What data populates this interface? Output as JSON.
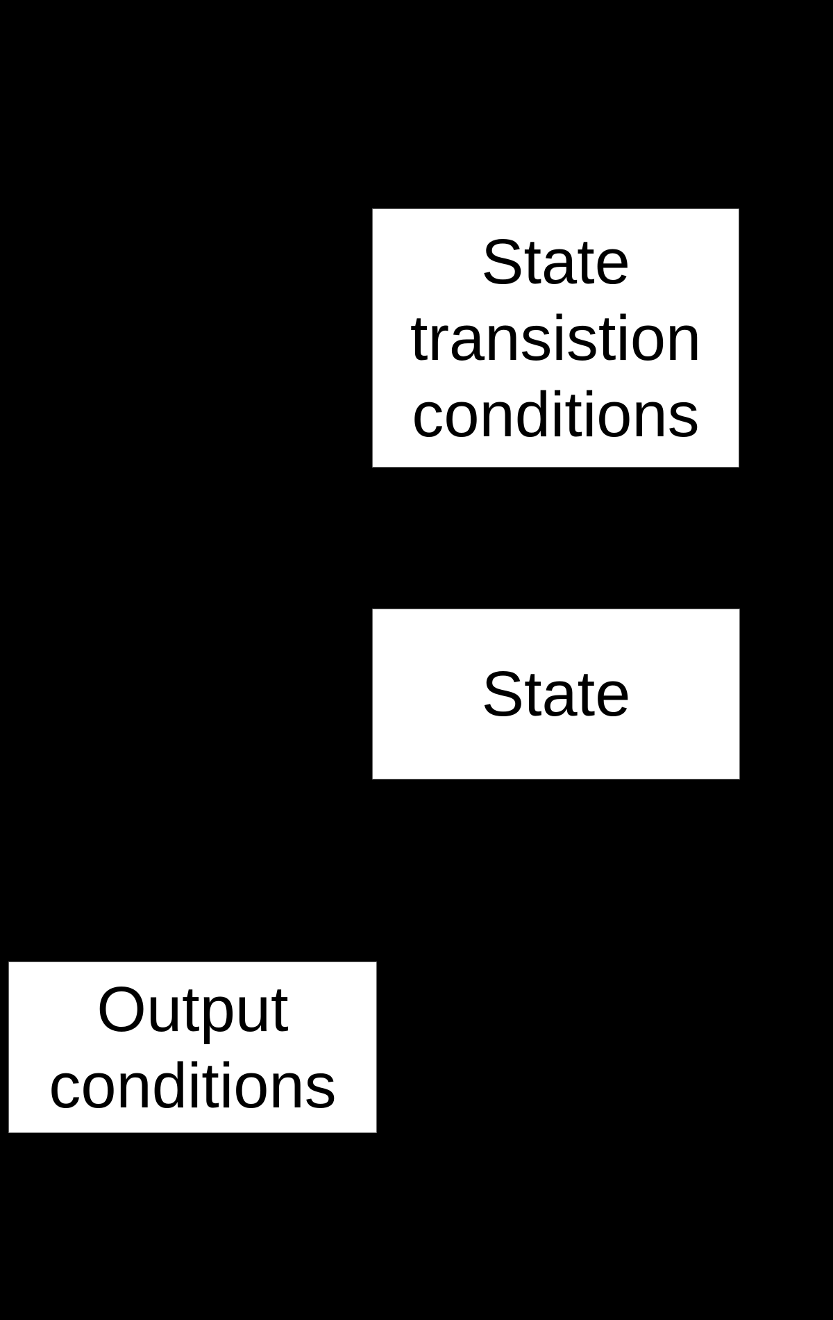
{
  "diagram": {
    "background_color": "#000000",
    "node_fill_color": "#ffffff",
    "node_text_color": "#000000",
    "nodes": [
      {
        "id": "state-transition-conditions",
        "label": "State\ntransistion\nconditions"
      },
      {
        "id": "state",
        "label": "State"
      },
      {
        "id": "output-conditions",
        "label": "Output\nconditions"
      }
    ]
  }
}
